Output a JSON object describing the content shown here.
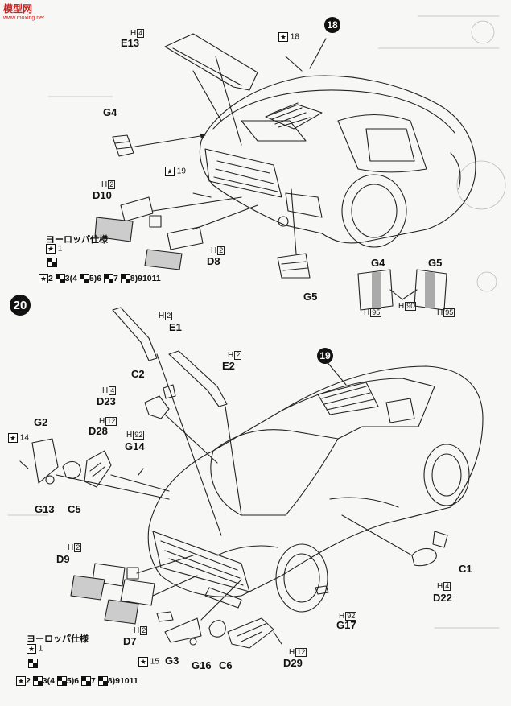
{
  "watermark": {
    "brand": "模型网",
    "url": "www.moxing.net"
  },
  "steps": {
    "s18": "18",
    "s19": "19",
    "s20": "20"
  },
  "parts": {
    "E13": "E13",
    "G4": "G4",
    "D10": "D10",
    "D8": "D8",
    "G5": "G5",
    "E1": "E1",
    "E2": "E2",
    "C2": "C2",
    "D23": "D23",
    "G2": "G2",
    "D28": "D28",
    "G14": "G14",
    "G13": "G13",
    "C5": "C5",
    "D9": "D9",
    "D7": "D7",
    "G3": "G3",
    "G16": "G16",
    "C6": "C6",
    "D29": "D29",
    "G17": "G17",
    "C1": "C1",
    "D22": "D22"
  },
  "h_refs": {
    "E13": "4",
    "D10": "2",
    "D8": "2",
    "G4": "95",
    "G5": "95",
    "G4G5": "90",
    "E1": "2",
    "E2": "2",
    "D23": "4",
    "D28": "12",
    "G14": "92",
    "D9": "2",
    "D7": "2",
    "D29": "12",
    "G17": "92",
    "D22": "4"
  },
  "decal_refs": {
    "top": "18",
    "upper": "19",
    "g2": "14",
    "g3": "15",
    "eu": "1"
  },
  "europe_label": "ヨーロッパ仕様",
  "paint_seq": {
    "a": "2",
    "b": "3",
    "c": "(",
    "d": "4",
    "e": "5",
    "f": ")",
    "g": "6",
    "h": "7",
    "i": "8",
    "j": "9",
    "k": "10",
    "l": "11"
  },
  "h_letter": "H"
}
